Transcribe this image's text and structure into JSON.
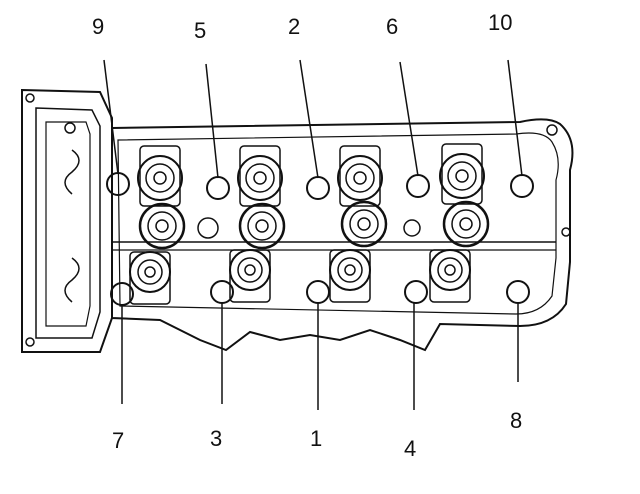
{
  "diagram": {
    "ink_color": "#111111",
    "background": "#ffffff",
    "callouts_top": [
      "9",
      "5",
      "2",
      "6",
      "10"
    ],
    "callouts_bottom": [
      "7",
      "3",
      "1",
      "4",
      "8"
    ]
  }
}
